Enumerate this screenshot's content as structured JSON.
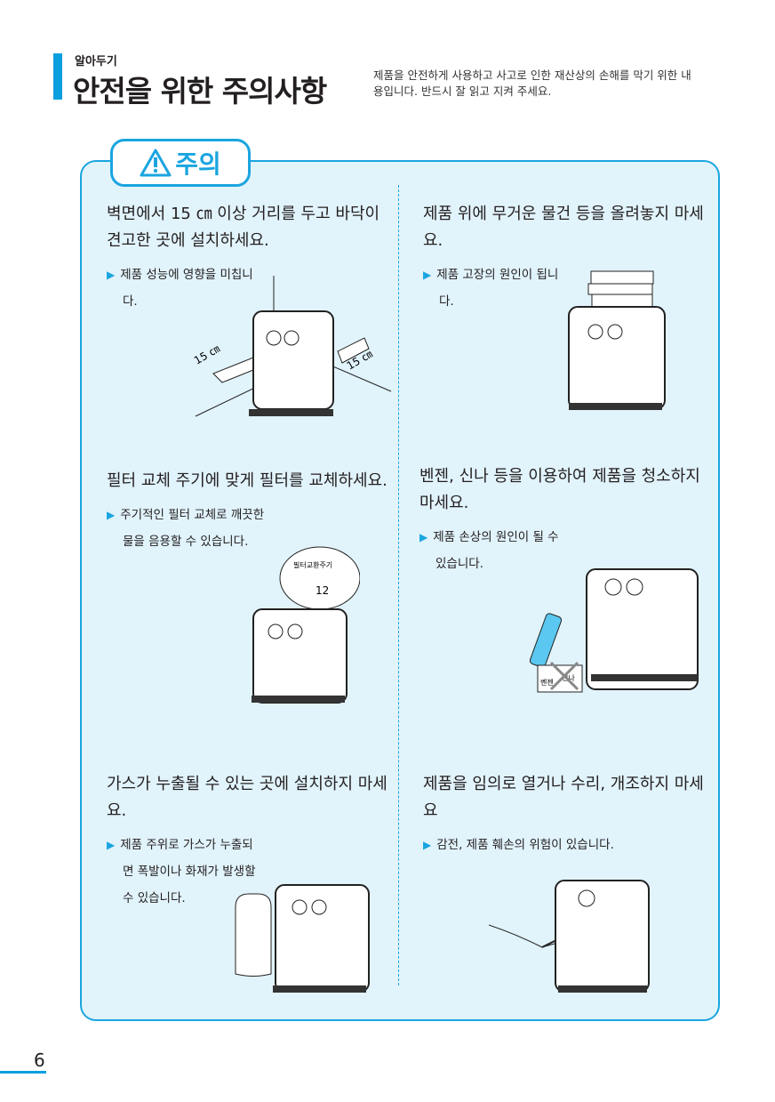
{
  "header": {
    "kicker": "알아두기",
    "title": "안전을 위한 주의사항",
    "intro": "제품을 안전하게 사용하고 사고로 인한 재산상의 손해를 막기 위한 내용입니다. 반드시 잘 읽고 지켜 주세요."
  },
  "caution": {
    "label": "주의",
    "icon": "warning-triangle-icon"
  },
  "sections": [
    {
      "heading": "벽면에서 15 ㎝ 이상 거리를 두고 바닥이 견고한 곳에 설치하세요.",
      "note": "제품 성능에 영향을 미칩니다.",
      "labels": [
        "15 ㎝",
        "15 ㎝"
      ]
    },
    {
      "heading": "제품 위에 무거운 물건 등을 올려놓지 마세요.",
      "note": "제품 고장의 원인이 됩니다."
    },
    {
      "heading": "필터 교체 주기에 맞게 필터를 교체하세요.",
      "note": "주기적인 필터 교체로 깨끗한 물을 음용할 수 있습니다.",
      "labels": [
        "필터교환주기",
        "12"
      ]
    },
    {
      "heading": "벤젠, 신나 등을 이용하여 제품을 청소하지 마세요.",
      "note": "제품 손상의 원인이 될 수 있습니다.",
      "labels": [
        "벤젠",
        "신나"
      ]
    },
    {
      "heading": "가스가 누출될 수 있는 곳에 설치하지 마세요.",
      "note": "제품 주위로 가스가 누출되면 폭발이나 화재가 발생할 수 있습니다."
    },
    {
      "heading": "제품을 임의로 열거나 수리, 개조하지 마세요",
      "note": "감전, 제품 훼손의 위험이 있습니다."
    }
  ],
  "page_number": "6"
}
